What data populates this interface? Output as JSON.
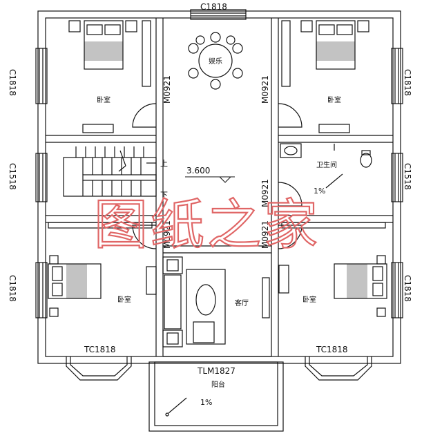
{
  "plan": {
    "top_window": "C1818",
    "upper_left_window": "C1818",
    "upper_right_window": "C1818",
    "stair_window": "C1518",
    "bath_window": "C1518",
    "lower_left_window": "C1818",
    "lower_right_window": "C1818",
    "entertainment_label": "娱乐",
    "bedroom_ul_label": "卧室",
    "bedroom_ur_label": "卧室",
    "bedroom_ll_label": "卧室",
    "bedroom_lr_label": "卧室",
    "living_label": "客厅",
    "bathroom_label": "卫生间",
    "bathroom_slope": "1%",
    "stair_up_1": "上",
    "stair_up_2": "下",
    "elevation": "3.600",
    "door_ul": "M0921",
    "door_ur": "M0921",
    "door_ll": "M0921",
    "door_bath": "M0921",
    "door_lr": "M0921",
    "bay_left": "TC1818",
    "bay_right": "TC1818",
    "balcony_door": "TLM1827",
    "balcony_label": "阳台",
    "balcony_slope": "1%",
    "watermark": "图纸之家"
  },
  "colors": {
    "line": "#111111",
    "watermark": "#e06666"
  }
}
